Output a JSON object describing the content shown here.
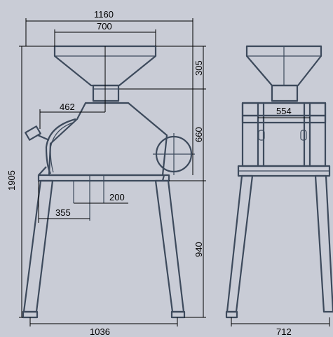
{
  "dimensions": {
    "overall_width": "1160",
    "hopper_width": "700",
    "hopper_height": "305",
    "body_offset": "462",
    "body_height": "660",
    "total_height": "1905",
    "outlet_width": "200",
    "outlet_offset": "355",
    "leg_height": "940",
    "leg_span_front": "1036",
    "frame_width": "554",
    "leg_span_side": "712"
  },
  "colors": {
    "background": "#c9ccd6",
    "outline": "#3d4a5c",
    "dimension_line": "#000000"
  }
}
